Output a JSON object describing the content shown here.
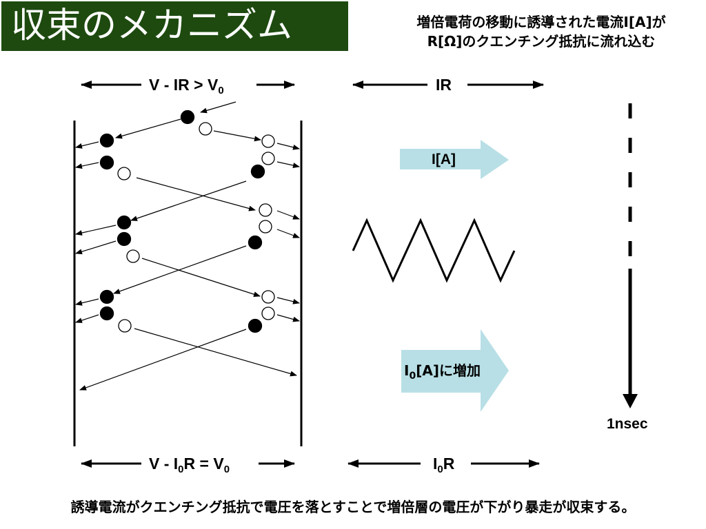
{
  "title": "収束のメカニズム",
  "note": {
    "line1": "増倍電荷の移動に誘導された電流I[A]が",
    "line2": "R[Ω]のクエンチング抵抗に流れ込む"
  },
  "top_left_label": {
    "main": "V - IR > V",
    "sub": "0"
  },
  "top_right_label": "IR",
  "bottom_left_label": {
    "a": "V - I",
    "b": "0",
    "c": "R = V",
    "d": "0"
  },
  "bottom_right_label": {
    "a": "I",
    "b": "0",
    "c": "R"
  },
  "current_arrow_label": "I[A]",
  "increase_arrow_label": {
    "a": "I",
    "b": "0",
    "c": "[A]に増加"
  },
  "time_label": "1nsec",
  "bottom_note": "誘導電流がクエンチング抵抗で電圧を落とすことで増倍層の電圧が下がり暴走が収束する。",
  "colors": {
    "title_bg": "#1e4a10",
    "title_fg": "#ffffff",
    "arrow_fill": "#b8dfe6",
    "electron": "#000000",
    "hole": "#ffffff"
  }
}
